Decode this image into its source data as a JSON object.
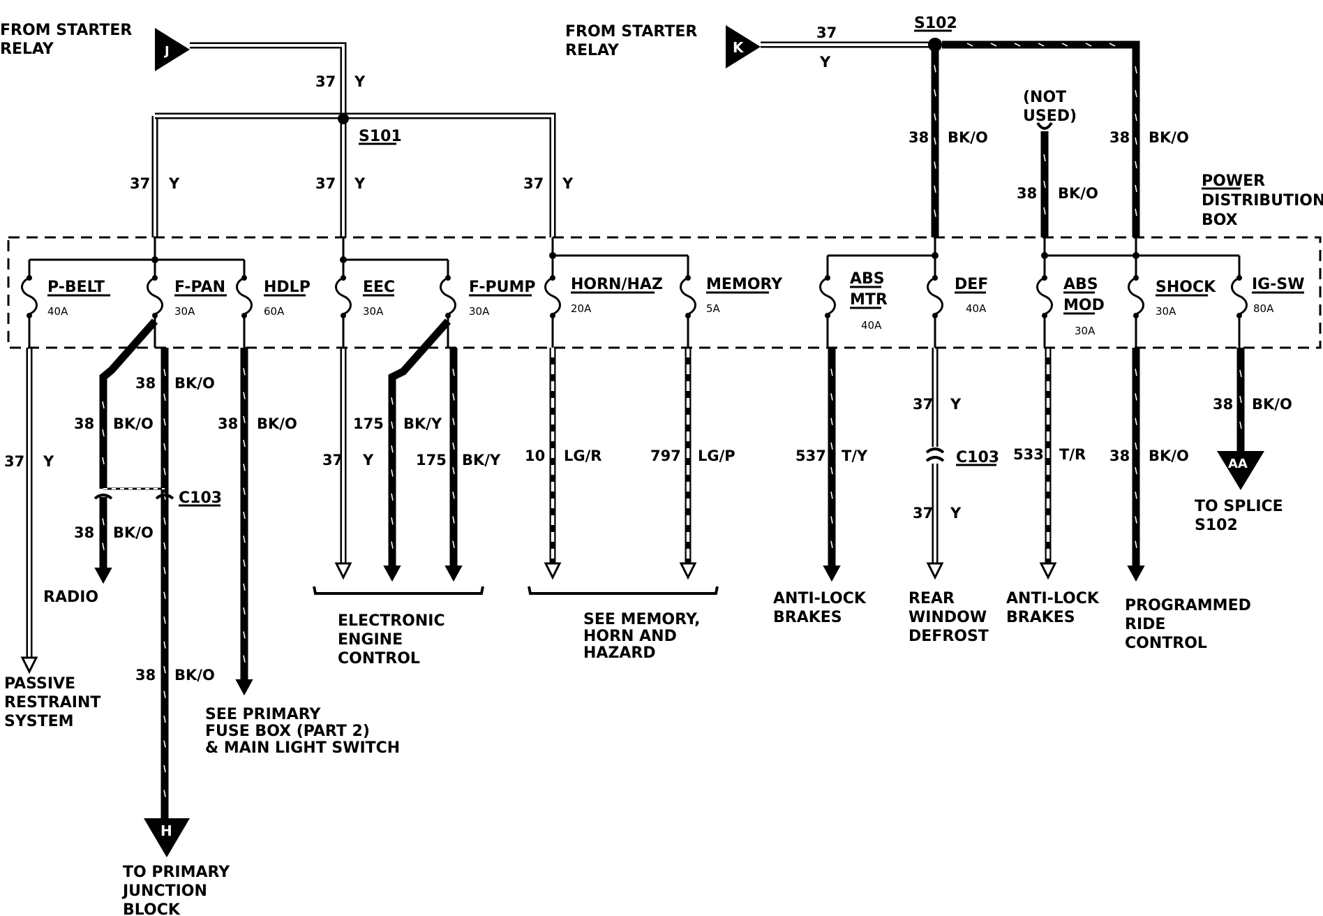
{
  "sources": {
    "left_source": "FROM STARTER\nRELAY",
    "right_source": "FROM STARTER\nRELAY"
  },
  "connectors": {
    "J": "J",
    "K": "K",
    "H": "H",
    "AA": "AA"
  },
  "splices": {
    "s101": "S101",
    "s102": "S102"
  },
  "not_used": "(NOT\nUSED)",
  "box_title": "POWER\nDISTRIBUTION\nBOX",
  "fuses": [
    {
      "name": "P-BELT",
      "rating": "40A"
    },
    {
      "name": "F-PAN",
      "rating": "30A"
    },
    {
      "name": "HDLP",
      "rating": "60A"
    },
    {
      "name": "EEC",
      "rating": "30A"
    },
    {
      "name": "F-PUMP",
      "rating": "30A"
    },
    {
      "name": "HORN/HAZ",
      "rating": "20A"
    },
    {
      "name": "MEMORY",
      "rating": "5A"
    },
    {
      "name": "ABS\nMTR",
      "rating": "40A"
    },
    {
      "name": "DEF",
      "rating": "40A"
    },
    {
      "name": "ABS\nMOD",
      "rating": "30A"
    },
    {
      "name": "SHOCK",
      "rating": "30A"
    },
    {
      "name": "IG-SW",
      "rating": "80A"
    }
  ],
  "wires": {
    "k_in": {
      "num": "37",
      "color": "Y"
    },
    "j_in": {
      "num": "37",
      "color": "Y"
    },
    "s101_left": {
      "num": "37",
      "color": "Y"
    },
    "s101_mid": {
      "num": "37",
      "color": "Y"
    },
    "s101_right": {
      "num": "37",
      "color": "Y"
    },
    "s102_left": {
      "num": "38",
      "color": "BK/O"
    },
    "not_used": {
      "num": "38",
      "color": "BK/O"
    },
    "s102_right": {
      "num": "38",
      "color": "BK/O"
    },
    "pbelt_out": {
      "num": "37",
      "color": "Y"
    },
    "fpan_out": {
      "num": "38",
      "color": "BK/O"
    },
    "fpan_branch": {
      "num": "38",
      "color": "BK/O"
    },
    "fpan_branch_after": {
      "num": "38",
      "color": "BK/O"
    },
    "fpan_after_c103": {
      "num": "38",
      "color": "BK/O"
    },
    "hdlp_out": {
      "num": "38",
      "color": "BK/O"
    },
    "eec_out": {
      "num": "37",
      "color": "Y"
    },
    "fpump_branch": {
      "num": "175",
      "color": "BK/Y"
    },
    "fpump_out": {
      "num": "175",
      "color": "BK/Y"
    },
    "horn_out": {
      "num": "10",
      "color": "LG/R"
    },
    "memory_out": {
      "num": "797",
      "color": "LG/P"
    },
    "absmtr_out": {
      "num": "537",
      "color": "T/Y"
    },
    "def_out": {
      "num": "37",
      "color": "Y"
    },
    "def_after_c103": {
      "num": "37",
      "color": "Y"
    },
    "absmod_out": {
      "num": "533",
      "color": "T/R"
    },
    "shock_out": {
      "num": "38",
      "color": "BK/O"
    },
    "igsw_out": {
      "num": "38",
      "color": "BK/O"
    }
  },
  "c103_left": "C103",
  "c103_right": "C103",
  "destinations": {
    "radio": "RADIO",
    "passive_restraint": "PASSIVE\nRESTRAINT\nSYSTEM",
    "primary_junction": "TO PRIMARY\nJUNCTION\nBLOCK",
    "primary_fuse_box": "SEE PRIMARY\nFUSE BOX (PART 2)\n& MAIN LIGHT SWITCH",
    "eec": "ELECTRONIC\nENGINE\nCONTROL",
    "memory_horn": "SEE MEMORY,\nHORN AND\nHAZARD",
    "anti_lock_1": "ANTI-LOCK\nBRAKES",
    "rear_defrost": "REAR\nWINDOW\nDEFROST",
    "anti_lock_2": "ANTI-LOCK\nBRAKES",
    "programmed_ride": "PROGRAMMED\nRIDE\nCONTROL",
    "to_splice": "TO SPLICE\nS102"
  }
}
